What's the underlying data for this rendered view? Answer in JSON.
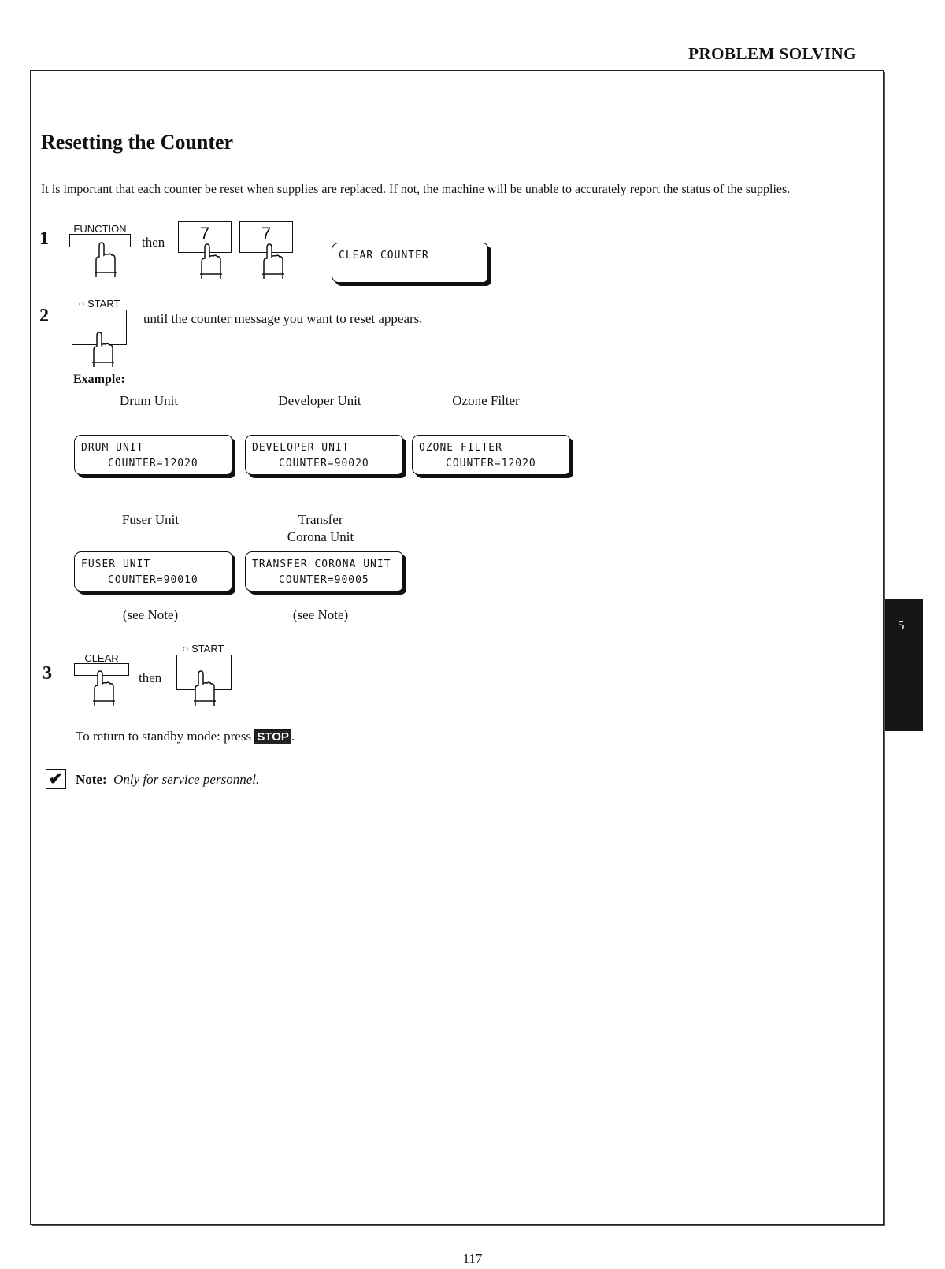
{
  "header": {
    "section": "PROBLEM SOLVING"
  },
  "title": "Resetting the Counter",
  "intro": "It is important that each counter be reset when supplies are replaced.  If not, the machine will be unable to accurately report the status of the supplies.",
  "step1": {
    "num": "1",
    "key_function": "FUNCTION",
    "then": "then",
    "key_7a": "7",
    "key_7b": "7",
    "lcd": "CLEAR COUNTER"
  },
  "step2": {
    "num": "2",
    "key_start": "START",
    "text": "until the counter message you want to reset appears.",
    "example_label": "Example:"
  },
  "examples": [
    {
      "caption": "Drum Unit",
      "line1": "DRUM UNIT",
      "line2": "COUNTER=12020"
    },
    {
      "caption": "Developer Unit",
      "line1": "DEVELOPER UNIT",
      "line2": "COUNTER=90020"
    },
    {
      "caption": "Ozone Filter",
      "line1": "OZONE FILTER",
      "line2": "COUNTER=12020"
    },
    {
      "caption": "Fuser Unit",
      "line1": "FUSER UNIT",
      "line2": "COUNTER=90010",
      "note": "(see Note)"
    },
    {
      "caption_a": "Transfer",
      "caption_b": "Corona Unit",
      "line1": "TRANSFER CORONA UNIT",
      "line2": "COUNTER=90005",
      "note": "(see Note)"
    }
  ],
  "step3": {
    "num": "3",
    "key_clear": "CLEAR",
    "then": "then",
    "key_start": "START"
  },
  "standby": {
    "text": "To return to standby mode: press ",
    "key": "STOP",
    "end": "."
  },
  "note": {
    "label": "Note:",
    "text": "Only for service personnel."
  },
  "tab": "5",
  "page_number": "117"
}
